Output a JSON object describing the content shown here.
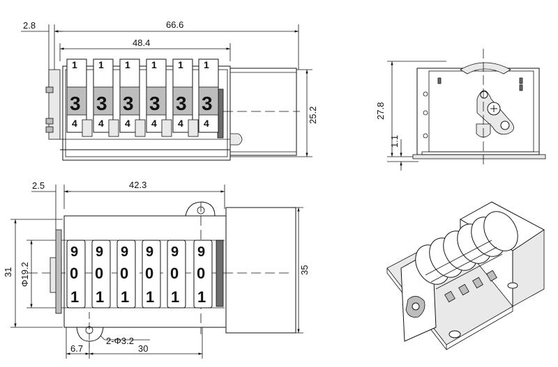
{
  "dimensions": {
    "front_left_offset": "2.8",
    "front_total_width": "66.6",
    "front_wheel_width": "48.4",
    "front_height": "25.2",
    "side_height": "27.8",
    "side_base": "1.1",
    "top_left_offset": "2.5",
    "top_wheel_width": "42.3",
    "top_height": "31",
    "top_wheel_diameter": "Φ19.2",
    "top_total_height": "35",
    "top_holes": "2-Φ3.2",
    "top_hole_offset": "6.7",
    "top_hole_pitch": "30"
  },
  "counter_digits": {
    "front_top_row": [
      "1",
      "1",
      "1",
      "1",
      "1",
      "1"
    ],
    "front_main_row": [
      "3",
      "3",
      "3",
      "3",
      "3",
      "3"
    ],
    "front_bottom_row": [
      "4",
      "4",
      "4",
      "4",
      "4",
      "4"
    ],
    "top_row_9": [
      "9",
      "9",
      "9",
      "9",
      "9",
      "9"
    ],
    "top_row_0": [
      "0",
      "0",
      "0",
      "0",
      "0",
      "0"
    ],
    "top_row_1": [
      "1",
      "1",
      "1",
      "1",
      "1",
      "1"
    ]
  }
}
